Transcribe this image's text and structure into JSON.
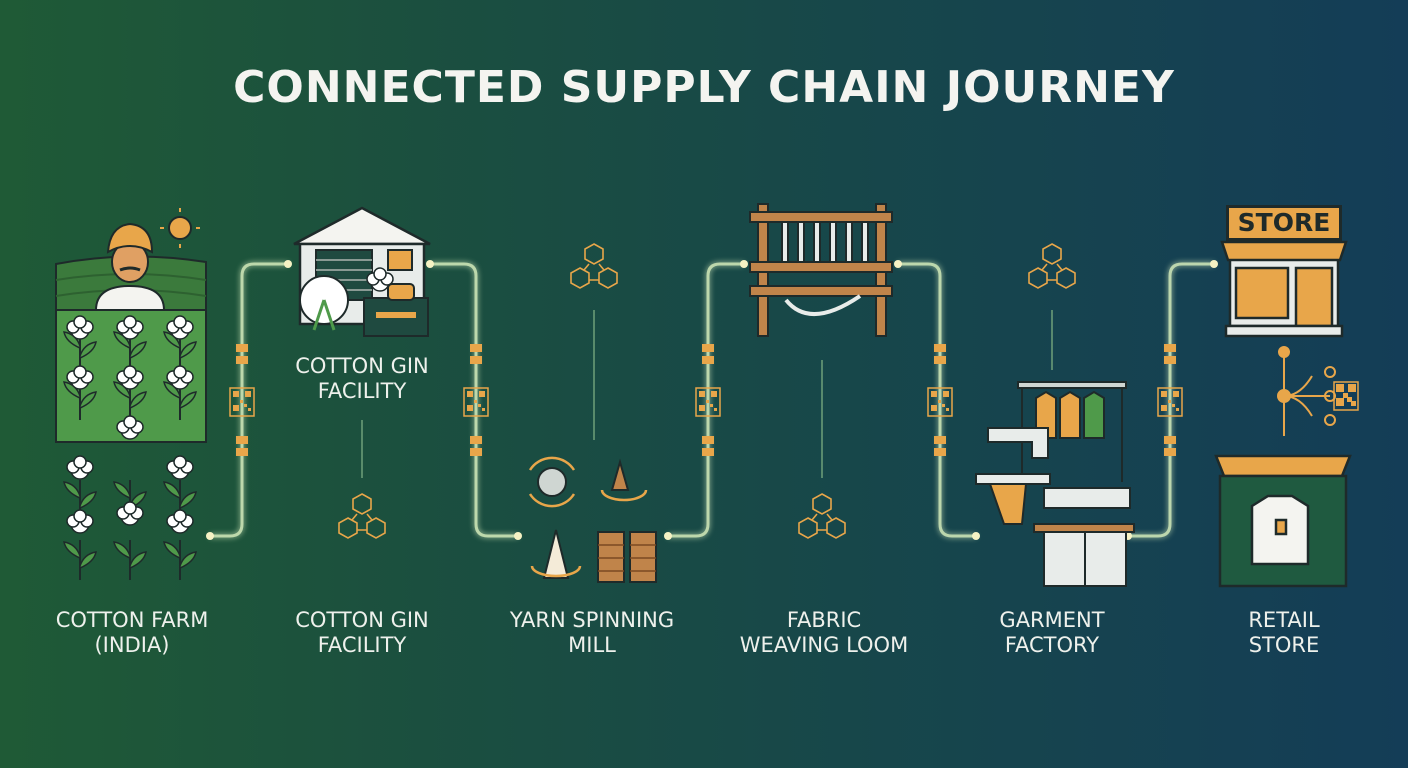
{
  "title": "CONNECTED SUPPLY CHAIN JOURNEY",
  "store_sign": "STORE",
  "inline_label": {
    "line1": "COTTON GIN",
    "line2": "FACILITY"
  },
  "stages": [
    {
      "id": "farm",
      "line1": "COTTON FARM",
      "line2": "(INDIA)",
      "icon": "cotton-farm-icon"
    },
    {
      "id": "gin",
      "line1": "COTTON GIN",
      "line2": "FACILITY",
      "icon": "cotton-gin-icon"
    },
    {
      "id": "spinning",
      "line1": "YARN SPINNING",
      "line2": "MILL",
      "icon": "yarn-spool-icon"
    },
    {
      "id": "weaving",
      "line1": "FABRIC",
      "line2": "WEAVING LOOM",
      "icon": "loom-icon"
    },
    {
      "id": "garment",
      "line1": "GARMENT",
      "line2": "FACTORY",
      "icon": "sewing-machine-icon"
    },
    {
      "id": "retail",
      "line1": "RETAIL",
      "line2": "STORE",
      "icon": "store-icon"
    }
  ],
  "colors": {
    "accent": "#e8a64a",
    "connector": "#cfe7b8",
    "bg_left": "#1f5a36",
    "bg_right": "#143d57",
    "text": "#eef1ec"
  }
}
